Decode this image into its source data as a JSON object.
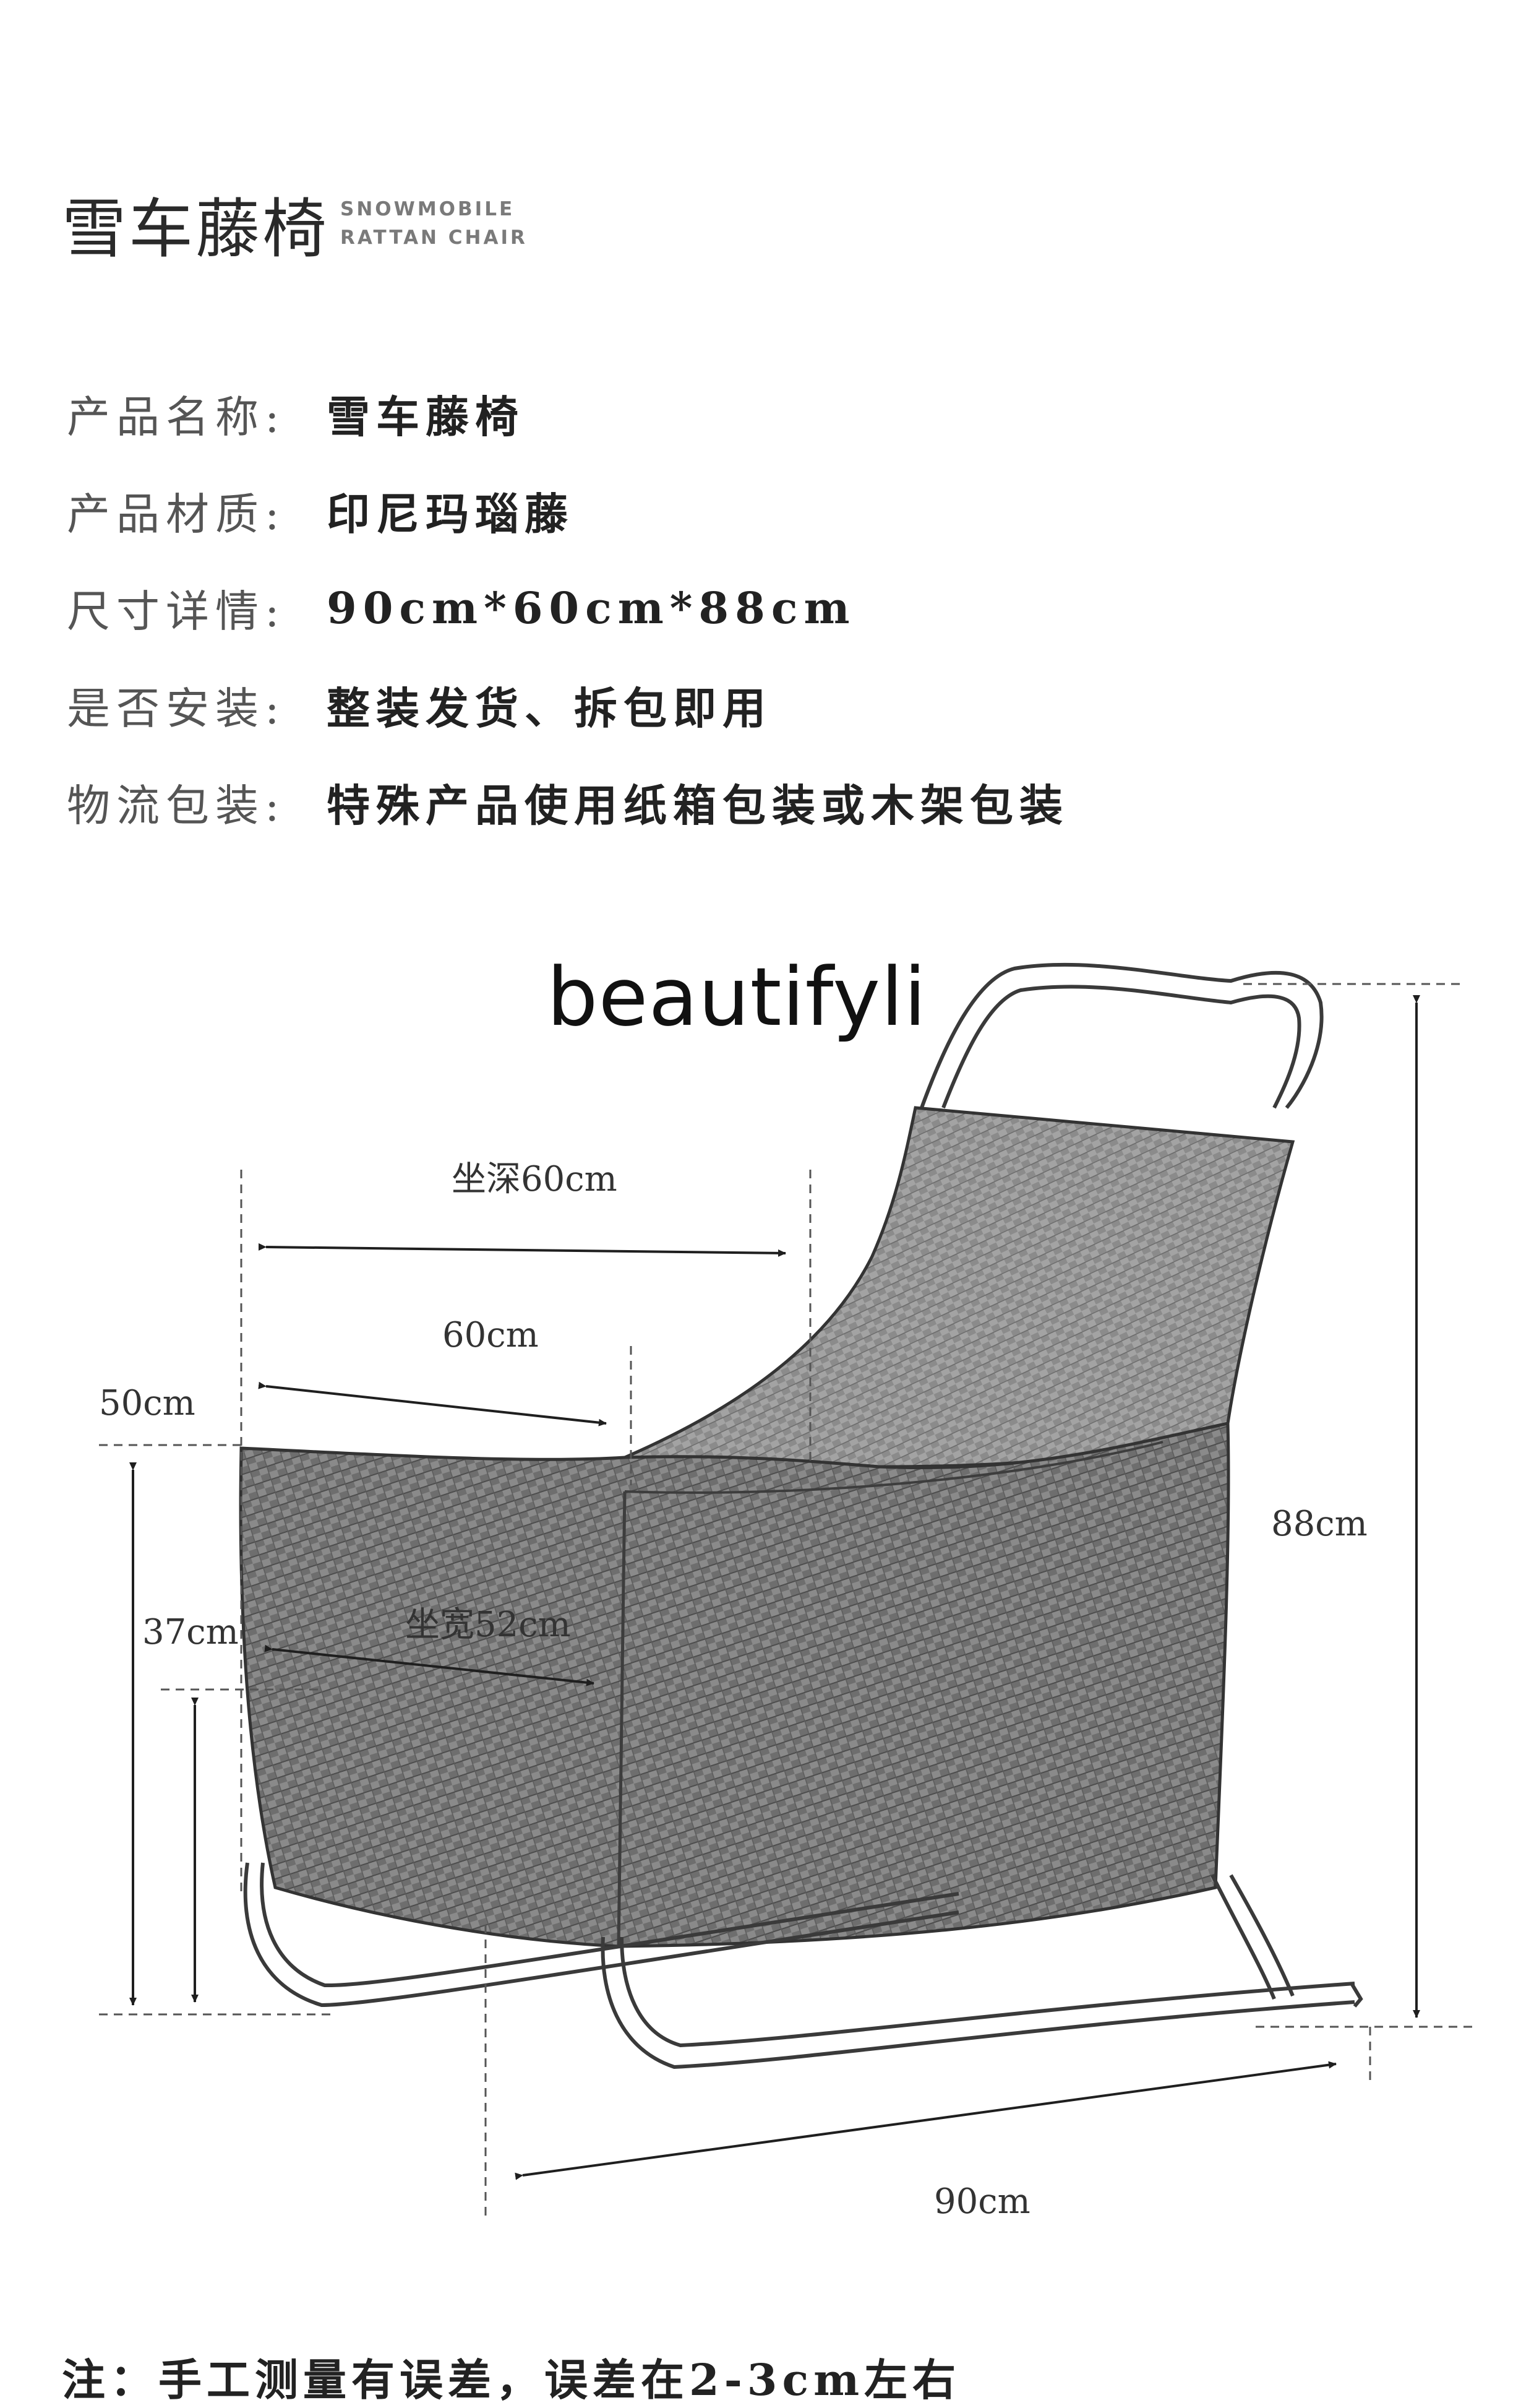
{
  "header": {
    "title_cn": "雪车藤椅",
    "title_en_line1": "SNOWMOBILE",
    "title_en_line2": "RATTAN CHAIR"
  },
  "specs": [
    {
      "label": "产品名称:",
      "value": "雪车藤椅"
    },
    {
      "label": "产品材质:",
      "value": "印尼玛瑙藤"
    },
    {
      "label": "尺寸详情:",
      "value": "90cm*60cm*88cm"
    },
    {
      "label": "是否安装:",
      "value": "整装发货、拆包即用"
    },
    {
      "label": "物流包装:",
      "value": "特殊产品使用纸箱包装或木架包装"
    }
  ],
  "watermark": "beautifyli",
  "dimensions": {
    "seat_depth": "坐深60cm",
    "arm_depth": "60cm",
    "arm_height": "50cm",
    "seat_width": "坐宽52cm",
    "seat_height": "37cm",
    "total_height": "88cm",
    "total_length": "90cm"
  },
  "footnote": "注：手工测量有误差，误差在2-3cm左右"
}
